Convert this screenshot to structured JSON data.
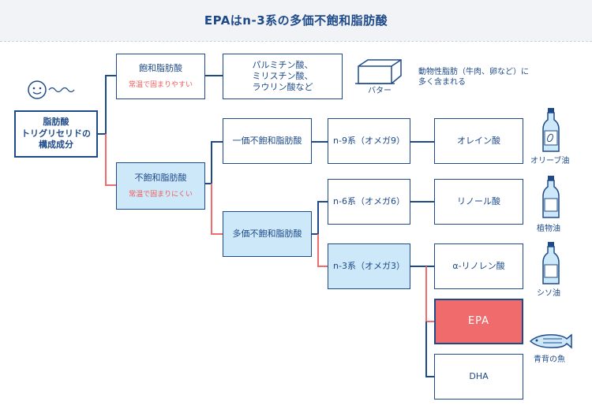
{
  "title": "EPAはn-3系の多価不飽和脂肪酸",
  "root": {
    "line1": "脂肪酸",
    "line2": "トリグリセリドの",
    "line3": "構成成分"
  },
  "saturated": {
    "label": "飽和脂肪酸",
    "note": "常温で固まりやすい"
  },
  "saturated_examples": {
    "line1": "パルミチン酸、",
    "line2": "ミリスチン酸、",
    "line3": "ラウリン酸など"
  },
  "butter": {
    "label": "バター",
    "caption_line1": "動物性脂肪（牛肉、卵など）に",
    "caption_line2": "多く含まれる"
  },
  "unsaturated": {
    "label": "不飽和脂肪酸",
    "note": "常温で固まりにくい"
  },
  "mono": {
    "label": "一価不飽和脂肪酸"
  },
  "poly": {
    "label": "多価不飽和脂肪酸"
  },
  "n9": {
    "label": "n-9系（オメガ9）"
  },
  "n6": {
    "label": "n-6系（オメガ6）"
  },
  "n3": {
    "label": "n-3系（オメガ3）"
  },
  "oleic": {
    "label": "オレイン酸"
  },
  "linoleic": {
    "label": "リノール酸"
  },
  "alpha_linolenic": {
    "label": "α-リノレン酸"
  },
  "epa": {
    "label": "EPA"
  },
  "dha": {
    "label": "DHA"
  },
  "icons": {
    "olive_oil": {
      "label": "オリーブ油",
      "icon": "olive-oil-bottle-icon"
    },
    "vegetable_oil": {
      "label": "植物油",
      "icon": "vegetable-oil-bottle-icon"
    },
    "perilla_oil": {
      "label": "シソ油",
      "icon": "perilla-oil-bottle-icon"
    },
    "blue_fish": {
      "label": "青背の魚",
      "icon": "fish-icon"
    },
    "face": {
      "icon": "smiley-face-icon"
    }
  },
  "colors": {
    "navy": "#1e4a8a",
    "highlight_red": "#f06c6c",
    "light_blue": "#cde8f8",
    "note_red": "#f05a5a"
  }
}
